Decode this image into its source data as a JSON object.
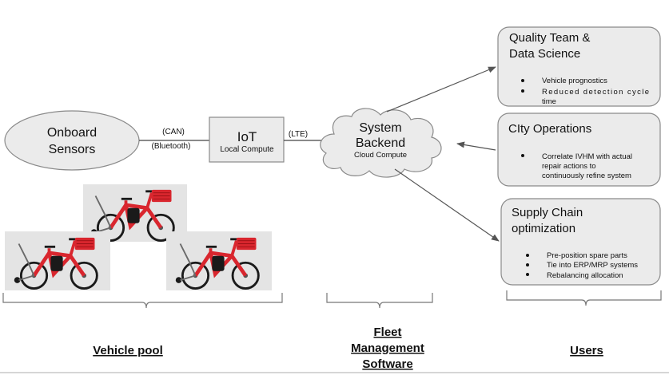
{
  "nodes": {
    "onboard_sensors": [
      "Onboard",
      "Sensors"
    ],
    "iot": {
      "title": "IoT",
      "subtitle": "Local Compute"
    },
    "system_backend": {
      "lines": [
        "System",
        "Backend"
      ],
      "subtitle": "Cloud Compute"
    }
  },
  "edge_labels": {
    "can": "(CAN)",
    "bluetooth": "(Bluetooth)",
    "lte": "(LTE)"
  },
  "users": {
    "quality": {
      "title": [
        "Quality Team &",
        "Data Science"
      ],
      "bullets": [
        "Vehicle prognostics",
        "Reduced detection cycle",
        "time"
      ]
    },
    "city": {
      "title": "CIty Operations",
      "bullets": [
        "Correlate IVHM with actual",
        "repair actions to",
        "continuously refine system"
      ]
    },
    "supply": {
      "title": [
        "Supply Chain",
        "optimization"
      ],
      "bullets": [
        "Pre-position spare parts",
        "Tie into ERP/MRP systems",
        "Rebalancing allocation"
      ]
    }
  },
  "captions": {
    "vehicle_pool": "Vehicle pool",
    "fleet": [
      "Fleet",
      "Management",
      "Software"
    ],
    "users": "Users"
  },
  "colors": {
    "box_fill": "#ebebeb",
    "box_stroke": "#8a8a8a",
    "bike_red": "#d9262e",
    "bike_black": "#1a1a1a",
    "photo_bg": "#e4e4e4"
  }
}
